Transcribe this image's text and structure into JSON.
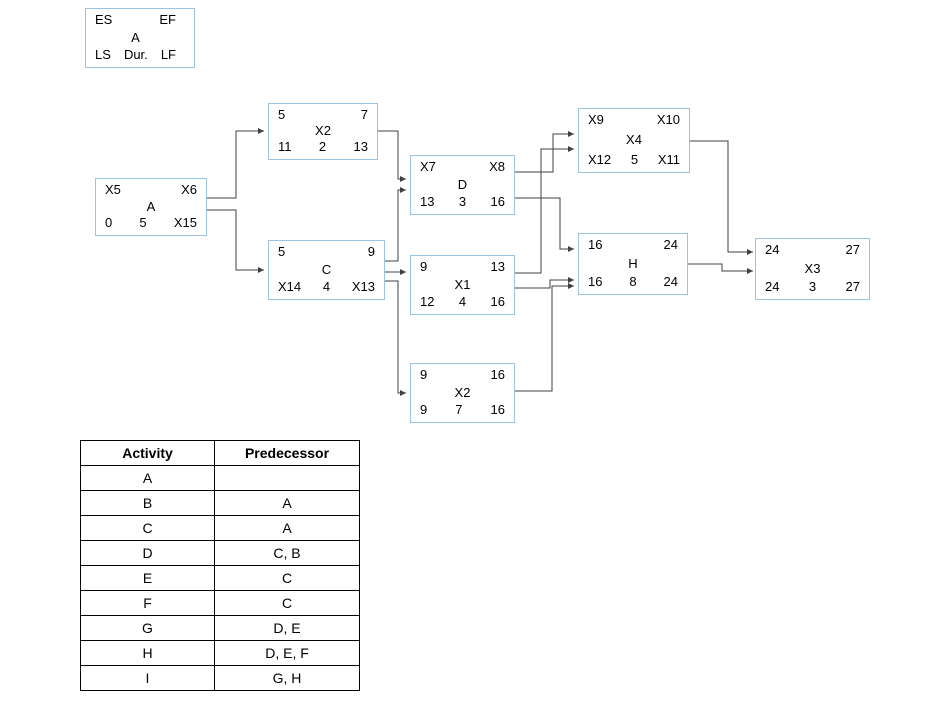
{
  "legend": {
    "es": "ES",
    "ef": "EF",
    "name": "A",
    "ls": "LS",
    "dur": "Dur.",
    "lf": "LF"
  },
  "nodes": [
    {
      "es": "X5",
      "ef": "X6",
      "name": "A",
      "ls": "0",
      "dur": "5",
      "lf": "X15"
    },
    {
      "es": "5",
      "ef": "7",
      "name": "X2",
      "ls": "11",
      "dur": "2",
      "lf": "13"
    },
    {
      "es": "5",
      "ef": "9",
      "name": "C",
      "ls": "X14",
      "dur": "4",
      "lf": "X13"
    },
    {
      "es": "X7",
      "ef": "X8",
      "name": "D",
      "ls": "13",
      "dur": "3",
      "lf": "16"
    },
    {
      "es": "9",
      "ef": "13",
      "name": "X1",
      "ls": "12",
      "dur": "4",
      "lf": "16"
    },
    {
      "es": "9",
      "ef": "16",
      "name": "X2",
      "ls": "9",
      "dur": "7",
      "lf": "16"
    },
    {
      "es": "X9",
      "ef": "X10",
      "name": "X4",
      "ls": "X12",
      "dur": "5",
      "lf": "X11"
    },
    {
      "es": "16",
      "ef": "24",
      "name": "H",
      "ls": "16",
      "dur": "8",
      "lf": "24"
    },
    {
      "es": "24",
      "ef": "27",
      "name": "X3",
      "ls": "24",
      "dur": "3",
      "lf": "27"
    }
  ],
  "table": {
    "headers": [
      "Activity",
      "Predecessor"
    ],
    "rows": [
      [
        "A",
        ""
      ],
      [
        "B",
        "A"
      ],
      [
        "C",
        "A"
      ],
      [
        "D",
        "C, B"
      ],
      [
        "E",
        "C"
      ],
      [
        "F",
        "C"
      ],
      [
        "G",
        "D, E"
      ],
      [
        "H",
        "D, E, F"
      ],
      [
        "I",
        "G, H"
      ]
    ]
  },
  "colors": {
    "node_border": "#9cc2e5",
    "arrow": "#404040",
    "table_border": "#000000"
  }
}
